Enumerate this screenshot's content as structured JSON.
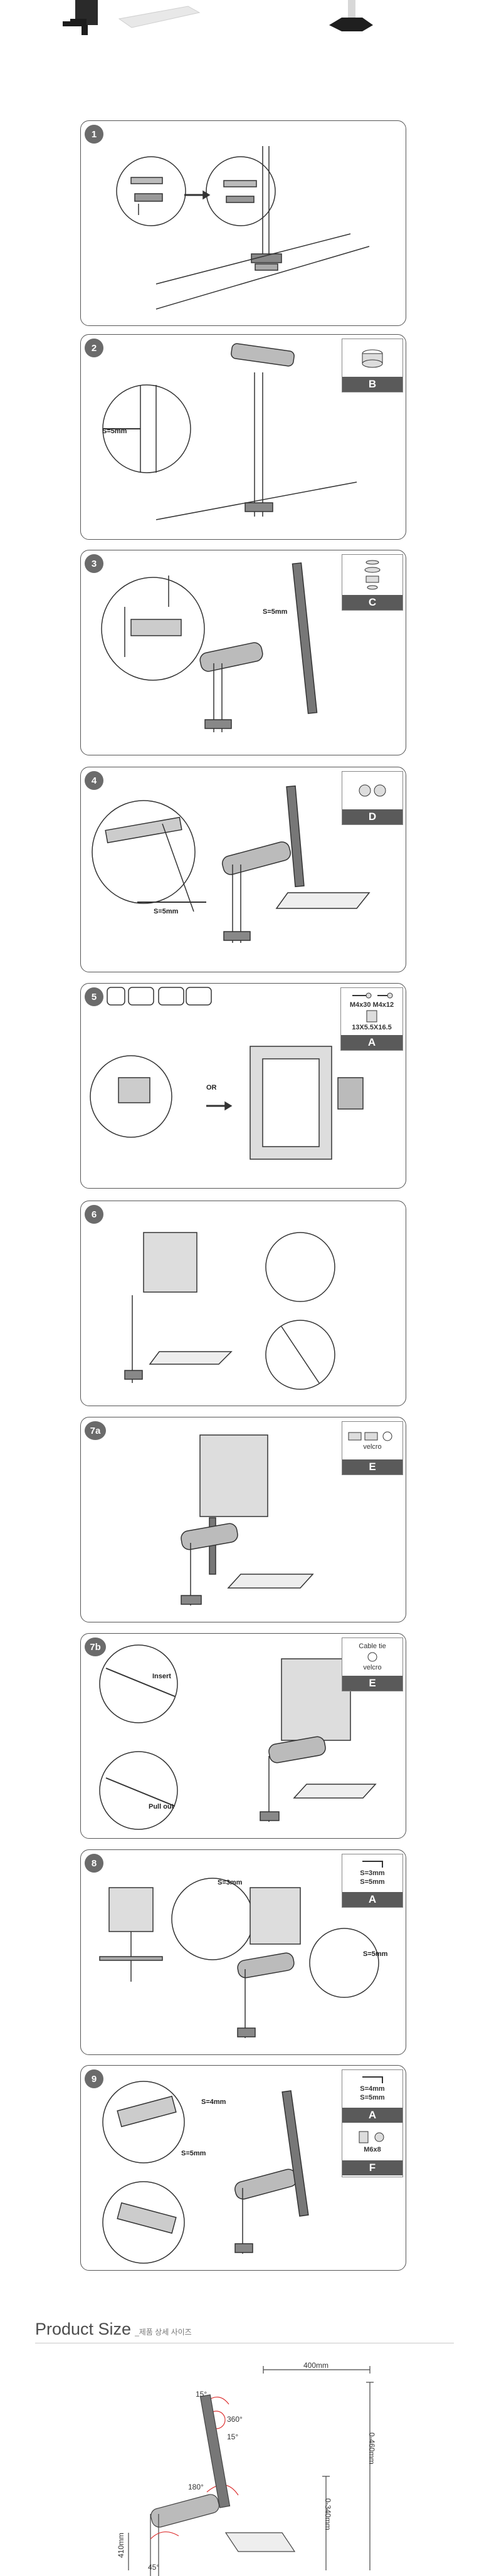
{
  "steps": [
    {
      "badge": "1",
      "callouts": [],
      "parts": null
    },
    {
      "badge": "2",
      "callouts": [
        "S=5mm"
      ],
      "parts": {
        "letter": "B",
        "lines": []
      }
    },
    {
      "badge": "3",
      "callouts": [
        "S=5mm"
      ],
      "parts": {
        "letter": "C",
        "lines": []
      }
    },
    {
      "badge": "4",
      "callouts": [
        "S=5mm"
      ],
      "parts": {
        "letter": "D",
        "lines": []
      }
    },
    {
      "badge": "5",
      "callouts": [
        "OR"
      ],
      "parts": {
        "letter": "A",
        "lines": [
          "M4x30  M4x12",
          "13X5.5X16.5"
        ]
      }
    },
    {
      "badge": "6",
      "callouts": [],
      "parts": null
    },
    {
      "badge": "7a",
      "callouts": [],
      "parts": {
        "letter": "E",
        "lines": [
          "velcro"
        ]
      }
    },
    {
      "badge": "7b",
      "callouts": [
        "Insert",
        "Pull out"
      ],
      "parts": {
        "letter": "E",
        "lines": [
          "Cable tie",
          "velcro"
        ]
      }
    },
    {
      "badge": "8",
      "callouts": [
        "S=3mm",
        "S=5mm"
      ],
      "parts": {
        "letter": "A",
        "lines": [
          "S=3mm",
          "S=5mm"
        ]
      }
    },
    {
      "badge": "9",
      "callouts": [
        "S=4mm",
        "S=5mm"
      ],
      "parts": {
        "letter": "A",
        "lines": [
          "S=4mm",
          "S=5mm"
        ]
      },
      "parts2": {
        "letter": "F",
        "lines": [
          "M6x8"
        ]
      }
    }
  ],
  "product_size": {
    "title": "Product Size",
    "subtitle": "_제품 상세 사이즈",
    "dims": {
      "width": "400mm",
      "height_main": "0-460mm",
      "height_sub": "0-340mm",
      "base": "410mm",
      "rot1": "15°",
      "rot2": "360°",
      "rot3": "15°",
      "rot4": "180°",
      "rot5": "45°"
    }
  },
  "colors": {
    "border": "#555555",
    "badge": "#6b6b6b",
    "parts_letter": "#5a5a5a"
  },
  "step5_or": "OR"
}
